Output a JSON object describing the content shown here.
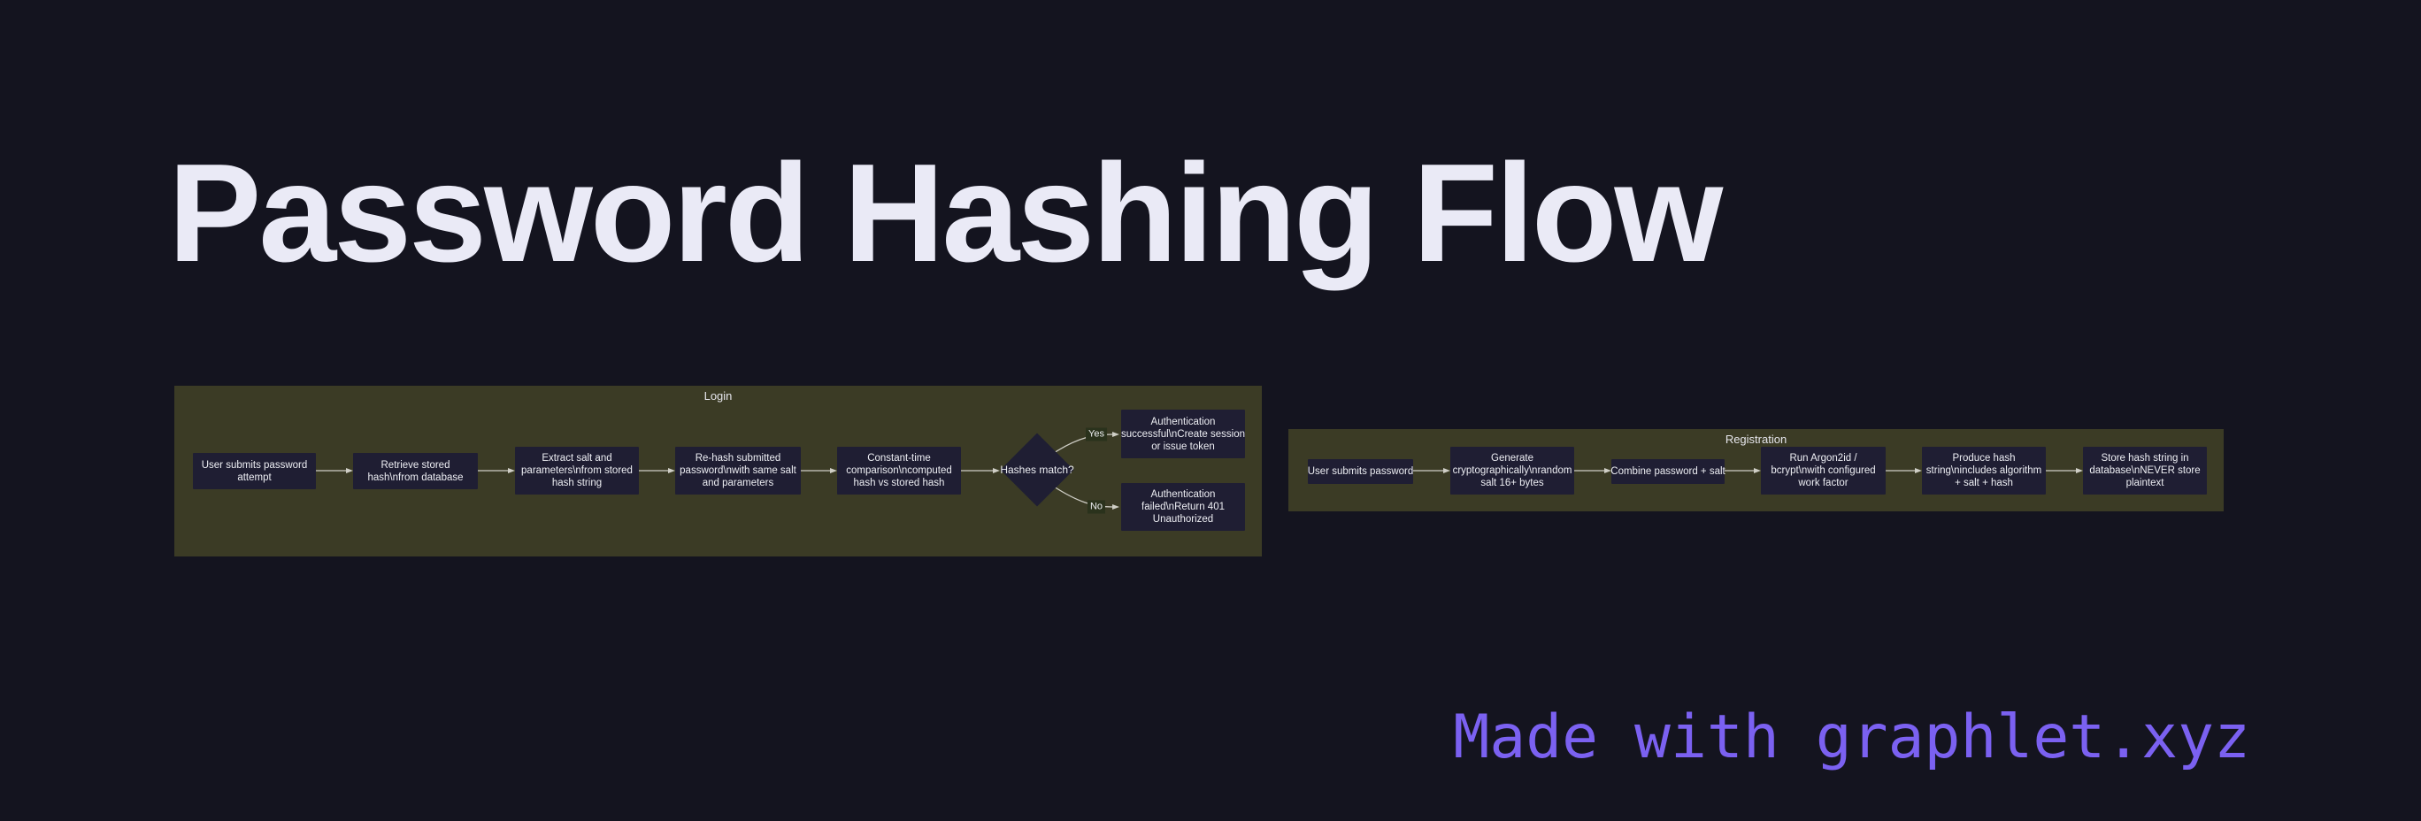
{
  "page": {
    "title": "Password Hashing Flow",
    "watermark": "Made with graphlet.xyz"
  },
  "colors": {
    "background": "#14141f",
    "group_fill": "#3b3b25",
    "node_fill": "#1f1e33",
    "node_text": "#edeef3",
    "edge_stroke": "#cfcec6",
    "edge_label_fill": "#2a321c",
    "title_text": "#eaeaf6",
    "watermark_text": "#7b61f1"
  },
  "flows": {
    "login": {
      "label": "Login",
      "nodes": [
        {
          "shape": "rect",
          "lines": [
            "User submits password",
            "attempt"
          ]
        },
        {
          "shape": "rect",
          "lines": [
            "Retrieve stored",
            "hash\\nfrom database"
          ]
        },
        {
          "shape": "rect",
          "lines": [
            "Extract salt and",
            "parameters\\nfrom stored",
            "hash string"
          ]
        },
        {
          "shape": "rect",
          "lines": [
            "Re-hash submitted",
            "password\\nwith same salt",
            "and parameters"
          ]
        },
        {
          "shape": "rect",
          "lines": [
            "Constant-time",
            "comparison\\ncomputed",
            "hash vs stored hash"
          ]
        },
        {
          "shape": "diamond",
          "lines": [
            "Hashes match?"
          ]
        },
        {
          "shape": "rect",
          "lines": [
            "Authentication",
            "successful\\nCreate session",
            "or issue token"
          ]
        },
        {
          "shape": "rect",
          "lines": [
            "Authentication",
            "failed\\nReturn 401",
            "Unauthorized"
          ]
        }
      ],
      "edge_labels": {
        "yes": "Yes",
        "no": "No"
      }
    },
    "registration": {
      "label": "Registration",
      "nodes": [
        {
          "shape": "rect",
          "lines": [
            "User submits password"
          ]
        },
        {
          "shape": "rect",
          "lines": [
            "Generate",
            "cryptographically\\nrandom",
            "salt 16+ bytes"
          ]
        },
        {
          "shape": "rect",
          "lines": [
            "Combine password + salt"
          ]
        },
        {
          "shape": "rect",
          "lines": [
            "Run Argon2id /",
            "bcrypt\\nwith configured",
            "work factor"
          ]
        },
        {
          "shape": "rect",
          "lines": [
            "Produce hash",
            "string\\nincludes algorithm",
            "+ salt + hash"
          ]
        },
        {
          "shape": "rect",
          "lines": [
            "Store hash string in",
            "database\\nNEVER store",
            "plaintext"
          ]
        }
      ]
    }
  }
}
